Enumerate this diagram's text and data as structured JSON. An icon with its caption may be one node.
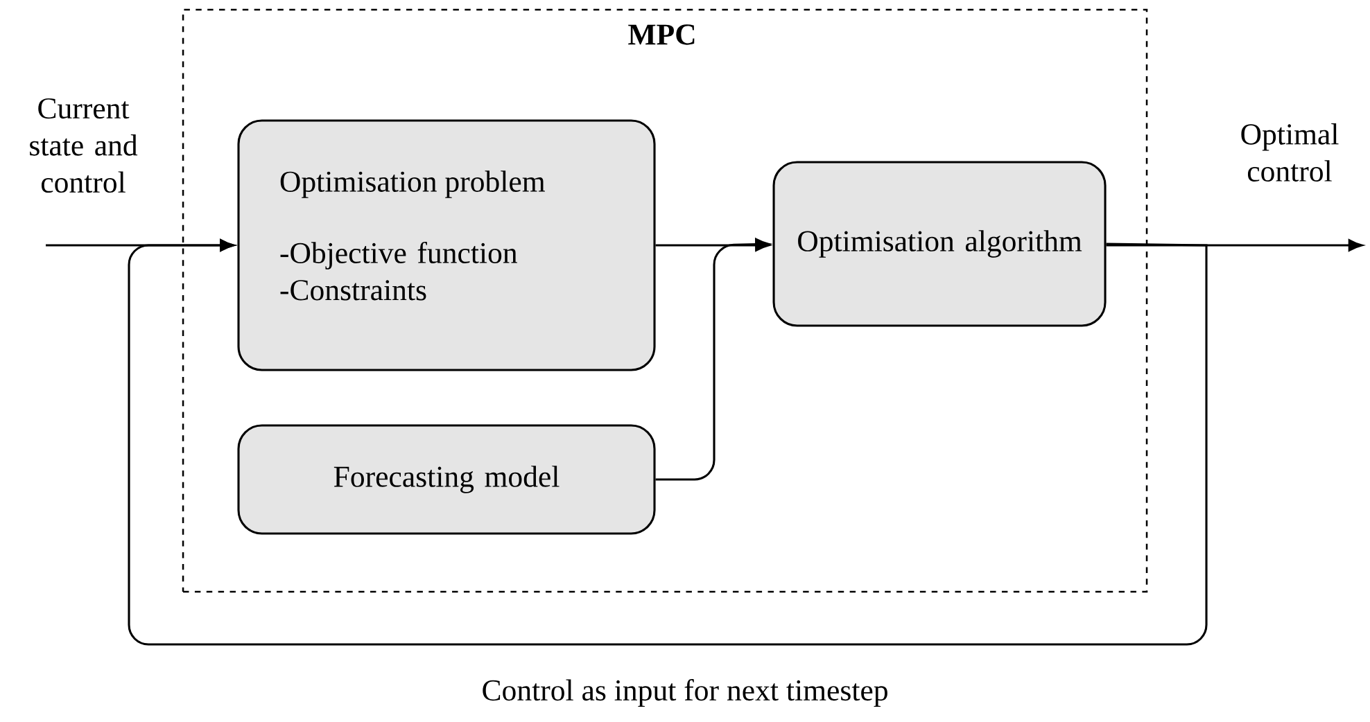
{
  "diagram": {
    "nodes": [
      {
        "text": [
          "MPC"
        ]
      },
      {
        "text": [
          "Optimisation problem",
          "-Objective function -Constraints"
        ],
        "in": 0
      },
      {
        "text": [
          "Forecasting model"
        ],
        "in": 0
      },
      {
        "text": [
          "Optimisation algorithm"
        ],
        "in": 0
      }
    ],
    "edges": [
      {
        "from": null,
        "to": 1,
        "arrow": "to"
      },
      {
        "from": 1,
        "to": 3,
        "arrow": "to"
      },
      {
        "from": 2,
        "to": 3,
        "arrow": "to"
      },
      {
        "from": 3,
        "to": null,
        "arrow": "to"
      },
      {
        "from": 3,
        "to": 1,
        "arrow": "to",
        "label": "Control as input for next timestep"
      }
    ],
    "labels": [
      "Current state and control",
      "Optimal control"
    ]
  }
}
